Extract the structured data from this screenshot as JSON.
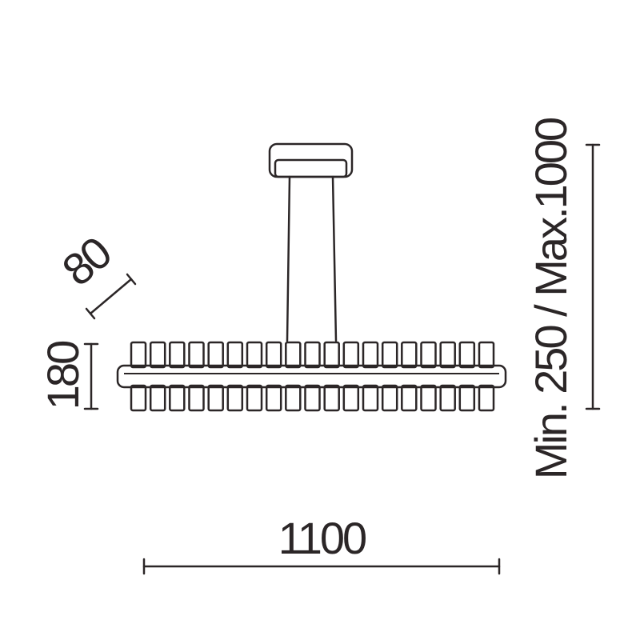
{
  "diagram": {
    "stroke_color": "#2b2627",
    "background_color": "#ffffff",
    "dimensions": {
      "width": "1100",
      "height": "180",
      "depth": "80",
      "suspension": "Min. 250 / Max.1000"
    },
    "crystal_count": 19
  }
}
